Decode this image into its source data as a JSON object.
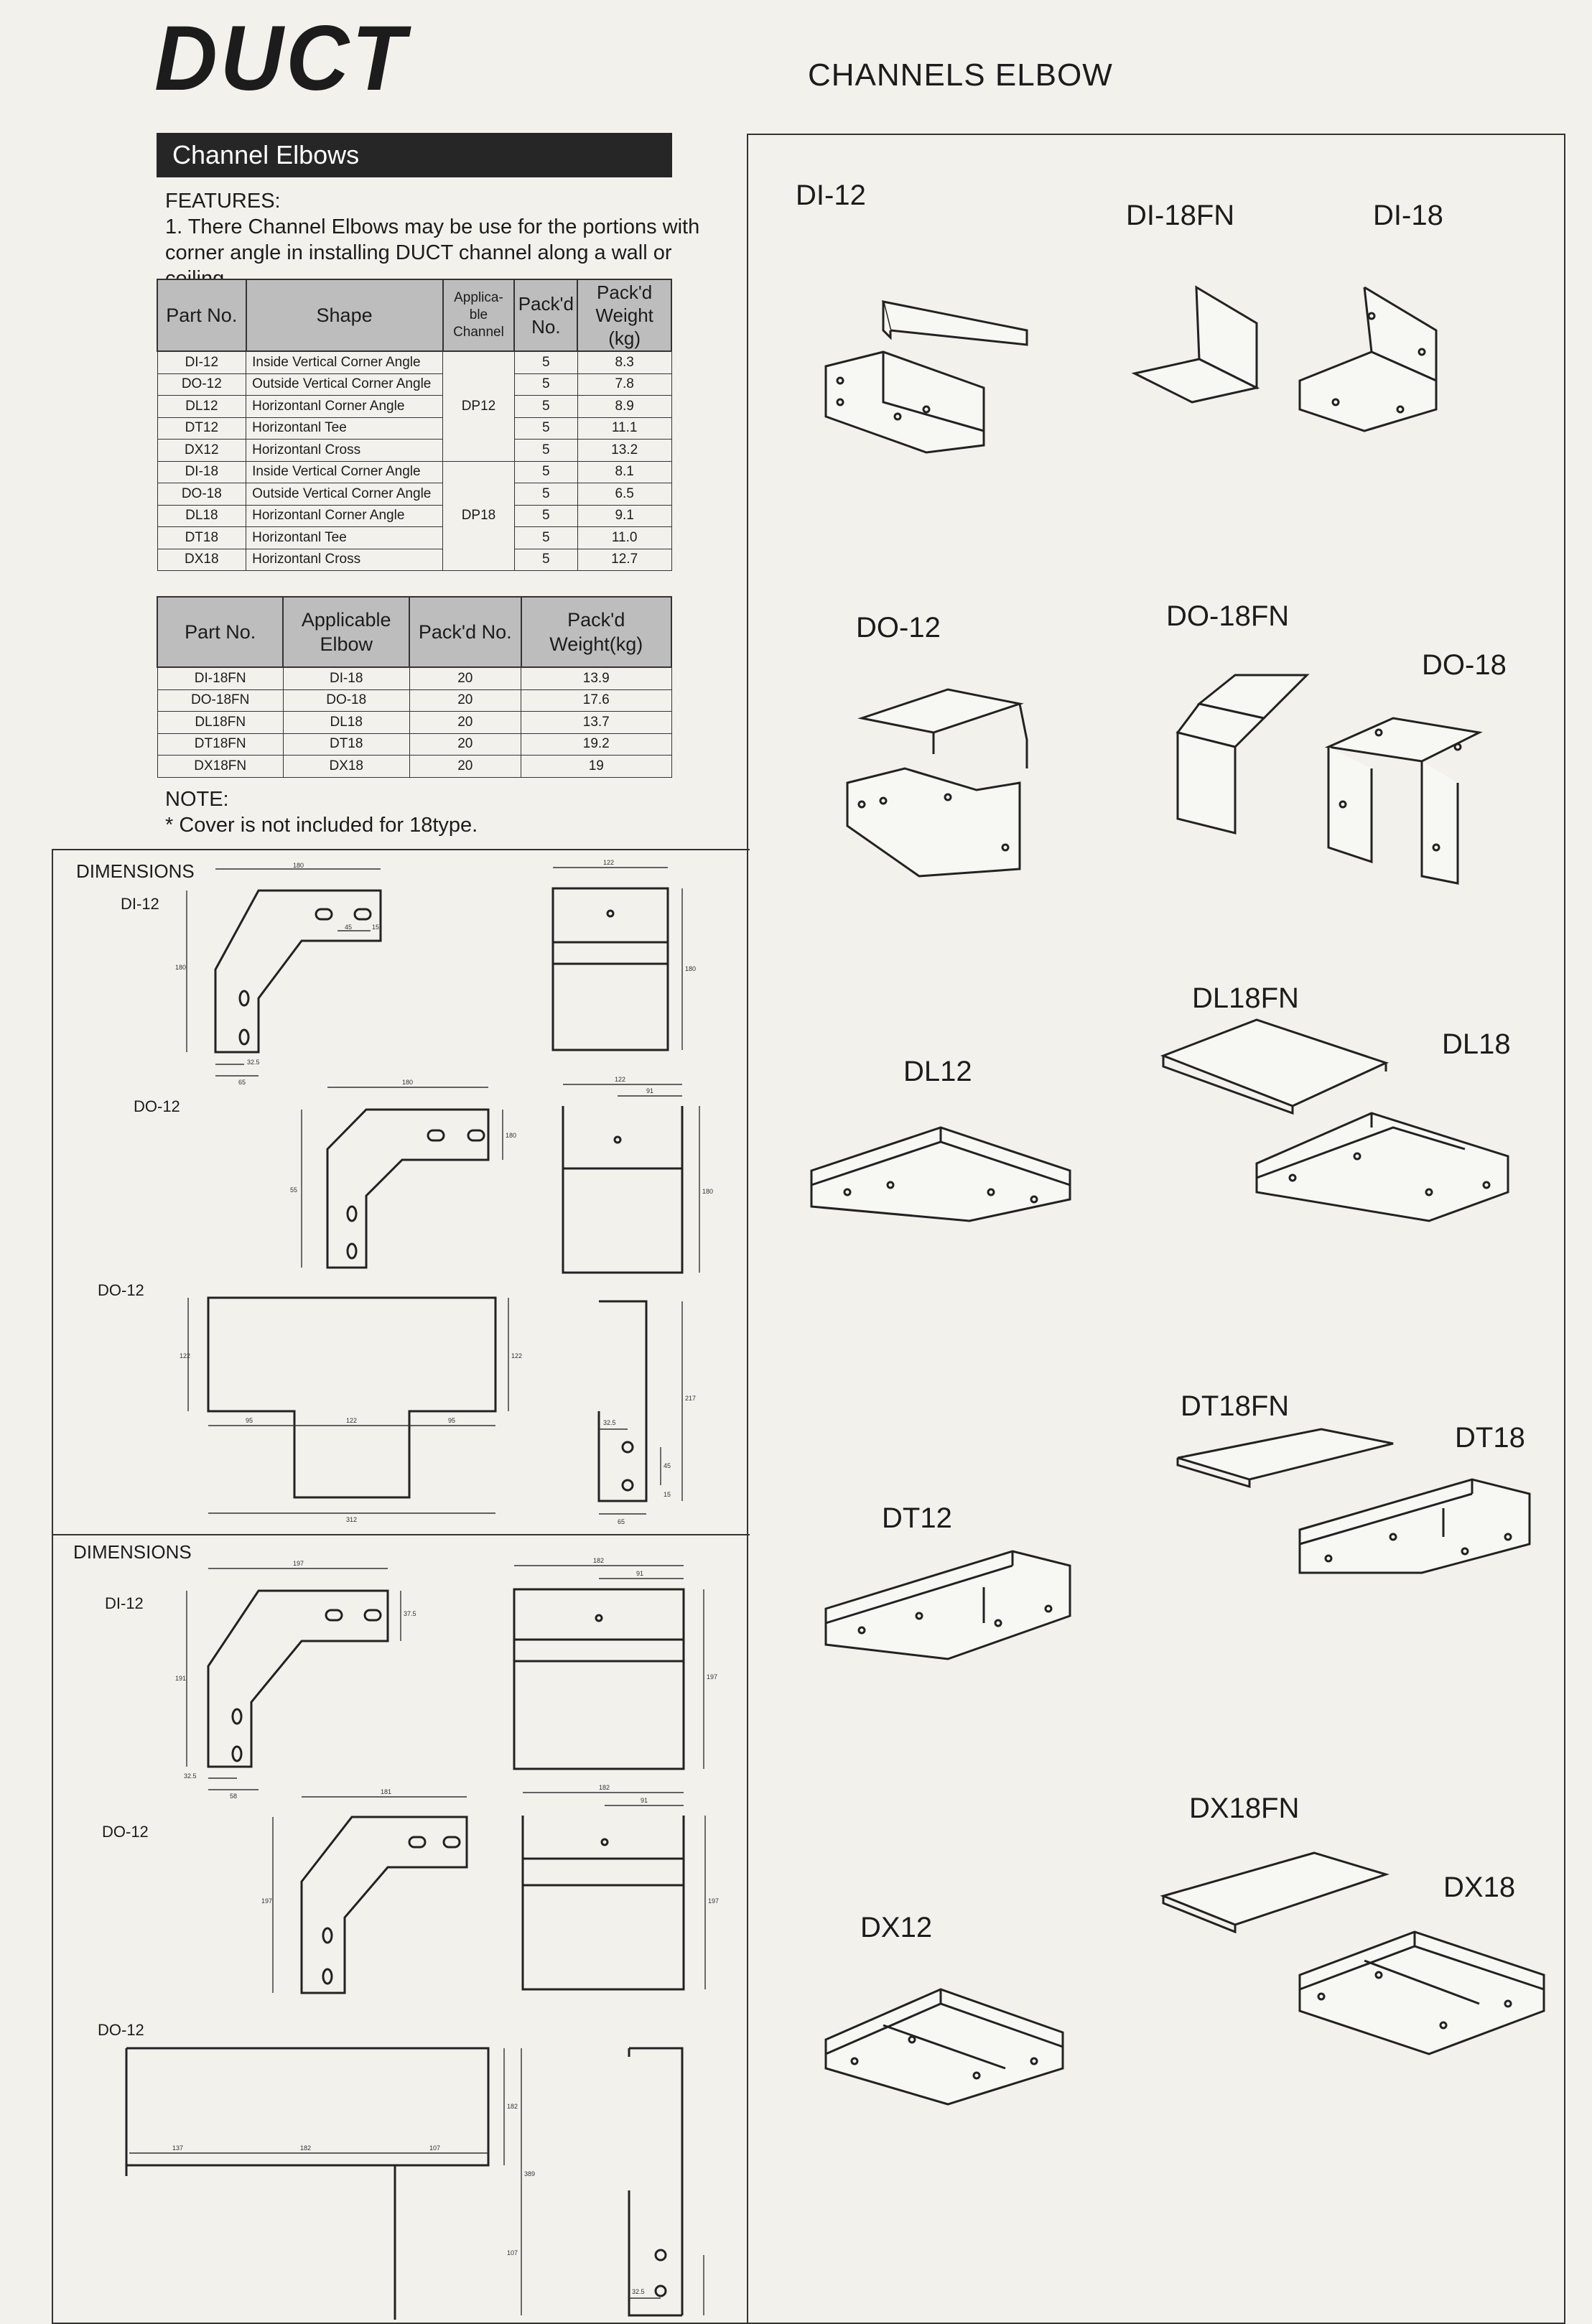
{
  "brand": "DUCT",
  "page_title": "CHANNELS ELBOW",
  "section_title": "Channel Elbows",
  "features": {
    "heading": "FEATURES:",
    "line1": "1. There Channel Elbows may be use for the portions with",
    "line2": "corner angle in installing DUCT channel along a wall or ceiling."
  },
  "table1": {
    "headers": [
      "Part No.",
      "Shape",
      "Applica- ble Channel",
      "Pack'd No.",
      "Pack'd Weight (kg)"
    ],
    "rows": [
      [
        "DI-12",
        "Inside Vertical Corner Angle",
        "5",
        "8.3"
      ],
      [
        "DO-12",
        "Outside Vertical Corner Angle",
        "5",
        "7.8"
      ],
      [
        "DL12",
        "Horizontanl Corner Angle",
        "5",
        "8.9"
      ],
      [
        "DT12",
        "Horizontanl Tee",
        "5",
        "11.1"
      ],
      [
        "DX12",
        "Horizontanl Cross",
        "5",
        "13.2"
      ],
      [
        "DI-18",
        "Inside Vertical Corner Angle",
        "5",
        "8.1"
      ],
      [
        "DO-18",
        "Outside Vertical Corner Angle",
        "5",
        "6.5"
      ],
      [
        "DL18",
        "Horizontanl Corner Angle",
        "5",
        "9.1"
      ],
      [
        "DT18",
        "Horizontanl Tee",
        "5",
        "11.0"
      ],
      [
        "DX18",
        "Horizontanl Cross",
        "5",
        "12.7"
      ]
    ],
    "channel_groups": [
      "DP12",
      "DP18"
    ]
  },
  "table2": {
    "headers": [
      "Part No.",
      "Applicable Elbow",
      "Pack'd No.",
      "Pack'd Weight(kg)"
    ],
    "rows": [
      [
        "DI-18FN",
        "DI-18",
        "20",
        "13.9"
      ],
      [
        "DO-18FN",
        "DO-18",
        "20",
        "17.6"
      ],
      [
        "DL18FN",
        "DL18",
        "20",
        "13.7"
      ],
      [
        "DT18FN",
        "DT18",
        "20",
        "19.2"
      ],
      [
        "DX18FN",
        "DX18",
        "20",
        "19"
      ]
    ]
  },
  "note": {
    "heading": "NOTE:",
    "text": "* Cover is not included for 18type."
  },
  "dims1": {
    "title": "DIMENSIONS",
    "labels": [
      "DI-12",
      "DO-12",
      "DO-12"
    ],
    "values": [
      "180",
      "45",
      "15",
      "180",
      "32.5",
      "65",
      "122",
      "180",
      "180",
      "55",
      "180",
      "122",
      "91",
      "180",
      "122",
      "95",
      "122",
      "95",
      "122",
      "312",
      "217",
      "32.5",
      "45",
      "15",
      "65"
    ]
  },
  "dims2": {
    "title": "DIMENSIONS",
    "labels": [
      "DI-12",
      "DO-12",
      "DO-12"
    ],
    "values": [
      "197",
      "37.5",
      "191",
      "32.5",
      "58",
      "182",
      "91",
      "197",
      "181",
      "197",
      "182",
      "91",
      "197",
      "137",
      "182",
      "107",
      "182",
      "389",
      "107",
      "32.5"
    ]
  },
  "catalog": [
    "DI-12",
    "DI-18FN",
    "DI-18",
    "DO-12",
    "DO-18FN",
    "DO-18",
    "DL18FN",
    "DL18",
    "DL12",
    "DT18FN",
    "DT18",
    "DT12",
    "DX18FN",
    "DX18",
    "DX12"
  ]
}
